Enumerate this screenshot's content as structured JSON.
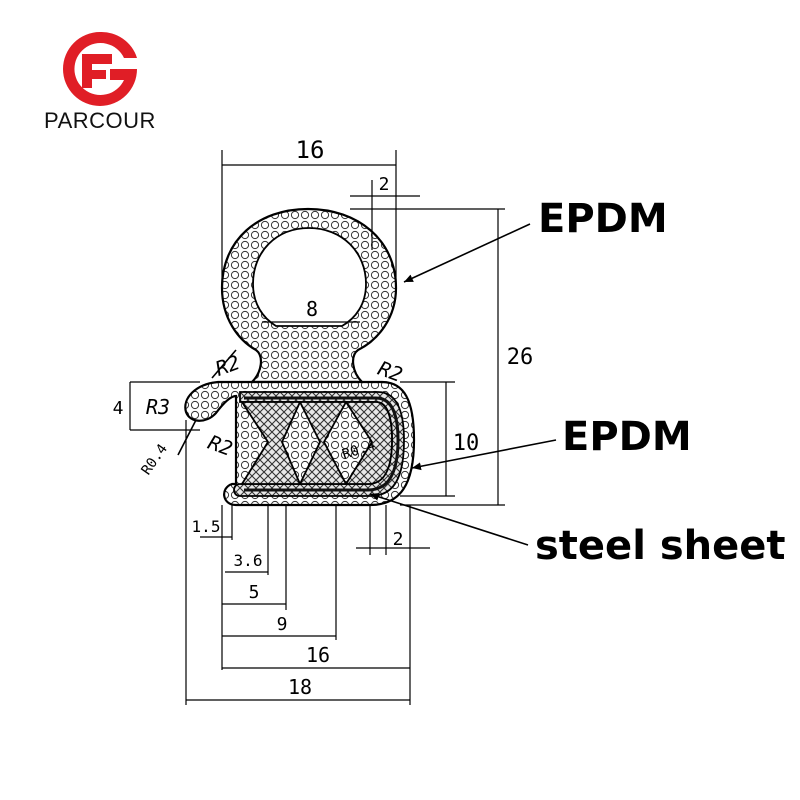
{
  "brand": {
    "name": "PARCOUR",
    "logo_icon": "parcour-logo-icon",
    "colors": {
      "accent": "#e01e26",
      "text": "#111111"
    }
  },
  "callouts": {
    "epdm_top": "EPDM",
    "epdm_bottom": "EPDM",
    "steel": "steel sheet"
  },
  "dimensions": {
    "width_top": "16",
    "wall_top": "2",
    "bulb_inner": "8",
    "height_total": "26",
    "radius_left": "R2",
    "radius_right": "R2",
    "lip_height": "4",
    "lip_radius": "R3",
    "lip_tip_radius": "R0.4",
    "lip_inner_radius": "R2",
    "inner_radius": "R0.4",
    "channel_height": "10",
    "wall_bottom": "2",
    "d_1_5": "1.5",
    "d_3_6": "3.6",
    "d_5": "5",
    "d_9": "9",
    "d_16": "16",
    "d_18": "18"
  },
  "colors": {
    "outline": "#000000",
    "steel_fill": "#555555",
    "dim_line": "#000000"
  }
}
